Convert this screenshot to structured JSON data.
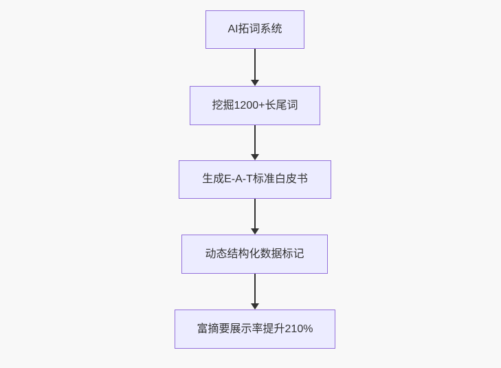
{
  "diagram": {
    "type": "flowchart",
    "direction": "top-down",
    "colors": {
      "background": "#f8f8f8",
      "node_fill": "#ECECFF",
      "node_border": "#9370DB",
      "arrow": "#333333",
      "text": "#333333"
    },
    "nodes": [
      {
        "id": "node-1",
        "label": "AI拓词系统"
      },
      {
        "id": "node-2",
        "label": "挖掘1200+长尾词"
      },
      {
        "id": "node-3",
        "label": "生成E-A-T标准白皮书"
      },
      {
        "id": "node-4",
        "label": "动态结构化数据标记"
      },
      {
        "id": "node-5",
        "label": "富摘要展示率提升210%"
      }
    ],
    "edges": [
      {
        "from": "node-1",
        "to": "node-2",
        "style": "arrow-down"
      },
      {
        "from": "node-2",
        "to": "node-3",
        "style": "arrow-down"
      },
      {
        "from": "node-3",
        "to": "node-4",
        "style": "arrow-down"
      },
      {
        "from": "node-4",
        "to": "node-5",
        "style": "arrow-down"
      }
    ]
  }
}
